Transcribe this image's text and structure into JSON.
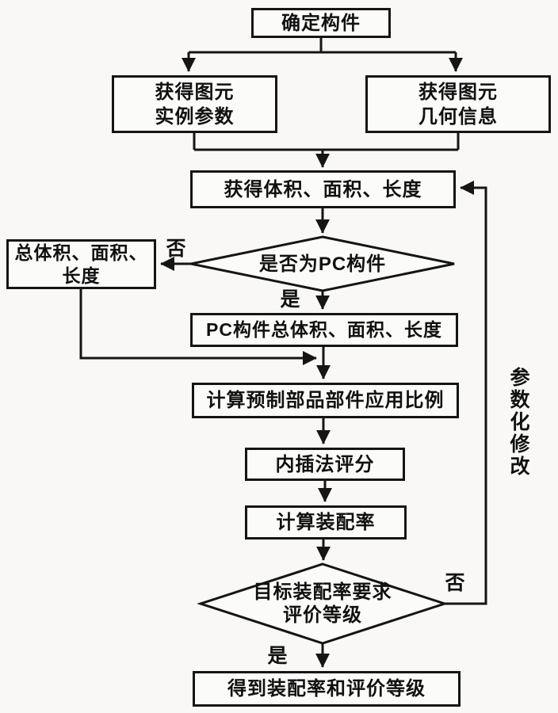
{
  "flowchart": {
    "nodes": {
      "determine": {
        "label": "确定构件"
      },
      "instance_params": {
        "line1": "获得图元",
        "line2": "实例参数"
      },
      "geometry_info": {
        "line1": "获得图元",
        "line2": "几何信息"
      },
      "get_volume": {
        "label": "获得体积、面积、长度"
      },
      "is_pc": {
        "label": "是否为PC构件"
      },
      "total_volume": {
        "line1": "总体积、面积、",
        "line2": "长度"
      },
      "pc_total": {
        "label": "PC构件总体积、面积、长度"
      },
      "calc_ratio": {
        "label": "计算预制部品部件应用比例"
      },
      "interpolation": {
        "label": "内插法评分"
      },
      "calc_assembly": {
        "label": "计算装配率"
      },
      "target_check": {
        "line1": "目标装配率要求",
        "line2": "评价等级"
      },
      "result": {
        "label": "得到装配率和评价等级"
      }
    },
    "edge_labels": {
      "is_pc_no": "否",
      "is_pc_yes": "是",
      "target_no": "否",
      "target_yes": "是",
      "feedback": "参数化修改"
    },
    "edges": [
      {
        "from": "determine",
        "to": "instance_params"
      },
      {
        "from": "determine",
        "to": "geometry_info"
      },
      {
        "from": "instance_params",
        "to": "get_volume"
      },
      {
        "from": "geometry_info",
        "to": "get_volume"
      },
      {
        "from": "get_volume",
        "to": "is_pc"
      },
      {
        "from": "is_pc",
        "to": "total_volume",
        "label": "否"
      },
      {
        "from": "is_pc",
        "to": "pc_total",
        "label": "是"
      },
      {
        "from": "total_volume",
        "to": "calc_ratio"
      },
      {
        "from": "pc_total",
        "to": "calc_ratio"
      },
      {
        "from": "calc_ratio",
        "to": "interpolation"
      },
      {
        "from": "interpolation",
        "to": "calc_assembly"
      },
      {
        "from": "calc_assembly",
        "to": "target_check"
      },
      {
        "from": "target_check",
        "to": "get_volume",
        "label": "否",
        "via": "参数化修改"
      },
      {
        "from": "target_check",
        "to": "result",
        "label": "是"
      }
    ],
    "colors": {
      "line": "#151515",
      "background": "#f9f8f6",
      "node_fill": "#fbfbf9",
      "text": "#111111"
    }
  }
}
